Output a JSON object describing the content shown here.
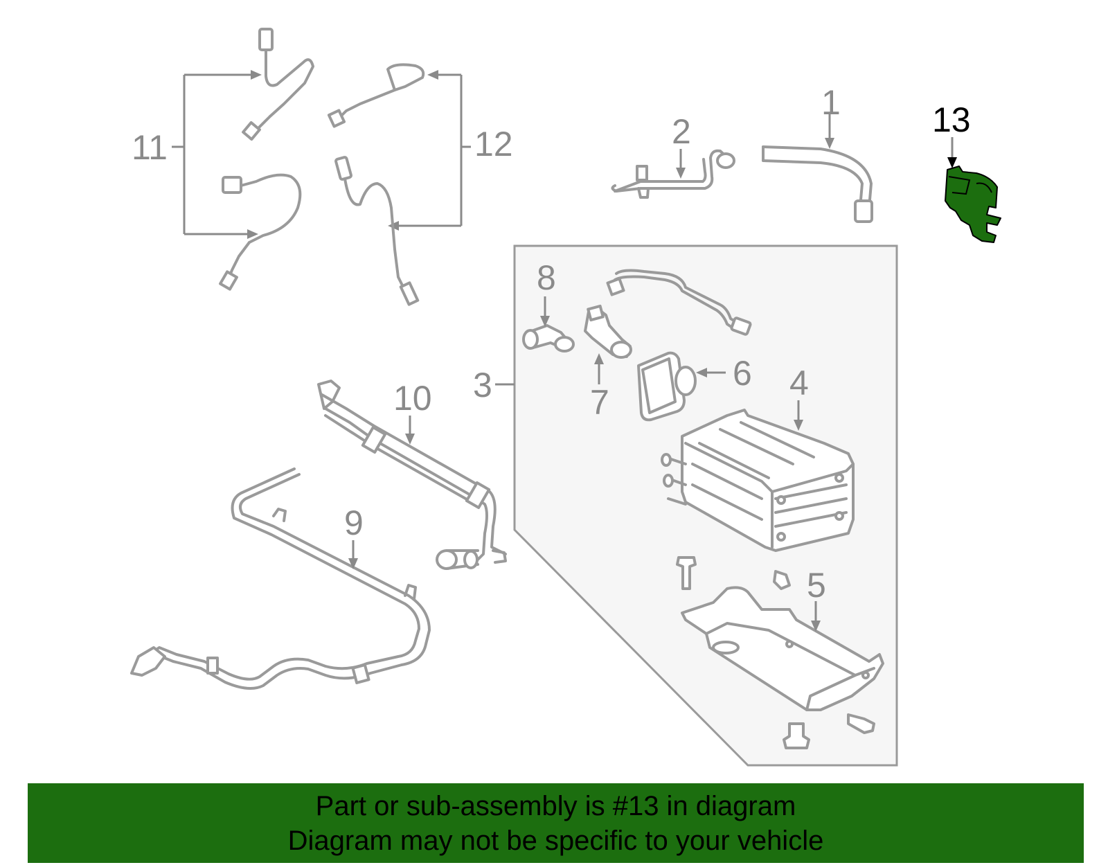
{
  "callouts": {
    "c1": "1",
    "c2": "2",
    "c3": "3",
    "c4": "4",
    "c5": "5",
    "c6": "6",
    "c7": "7",
    "c8": "8",
    "c9": "9",
    "c10": "10",
    "c11": "11",
    "c12": "12",
    "c13": "13"
  },
  "highlighted_part": "13",
  "colors": {
    "highlight": "#1c6e0f",
    "line_art": "#9a9a9a",
    "group_box": "#f6f6f6"
  },
  "banner": {
    "line1": "Part or sub-assembly is #13 in diagram",
    "line2": "Diagram may not be specific to your vehicle"
  }
}
